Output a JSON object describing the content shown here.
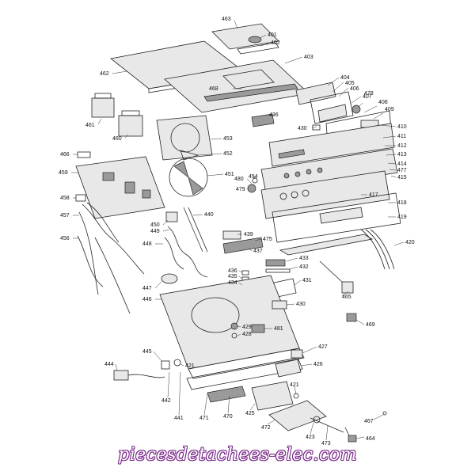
{
  "diagram": {
    "part_numbers": [
      "463",
      "401",
      "402",
      "403",
      "462",
      "404",
      "405",
      "406",
      "407",
      "478",
      "408",
      "409",
      "468",
      "436",
      "430",
      "410",
      "411",
      "412",
      "413",
      "414",
      "477",
      "415",
      "461",
      "460",
      "453",
      "452",
      "466",
      "459",
      "451",
      "454",
      "480",
      "479",
      "417",
      "418",
      "419",
      "458",
      "440",
      "457",
      "450",
      "449",
      "439",
      "475",
      "437",
      "456",
      "448",
      "420",
      "433",
      "432",
      "436",
      "435",
      "434",
      "431",
      "447",
      "446",
      "465",
      "430",
      "429",
      "428",
      "481",
      "469",
      "427",
      "445",
      "426",
      "444",
      "421",
      "442",
      "441",
      "471",
      "470",
      "425",
      "421",
      "472",
      "423",
      "473",
      "467",
      "464"
    ]
  },
  "colors": {
    "line": "#222222",
    "background": "#ffffff",
    "watermark_fill": "#ffffff",
    "watermark_stroke": "#7a2a8a"
  },
  "watermark": {
    "text": "piecesdetachees-elec.com"
  }
}
